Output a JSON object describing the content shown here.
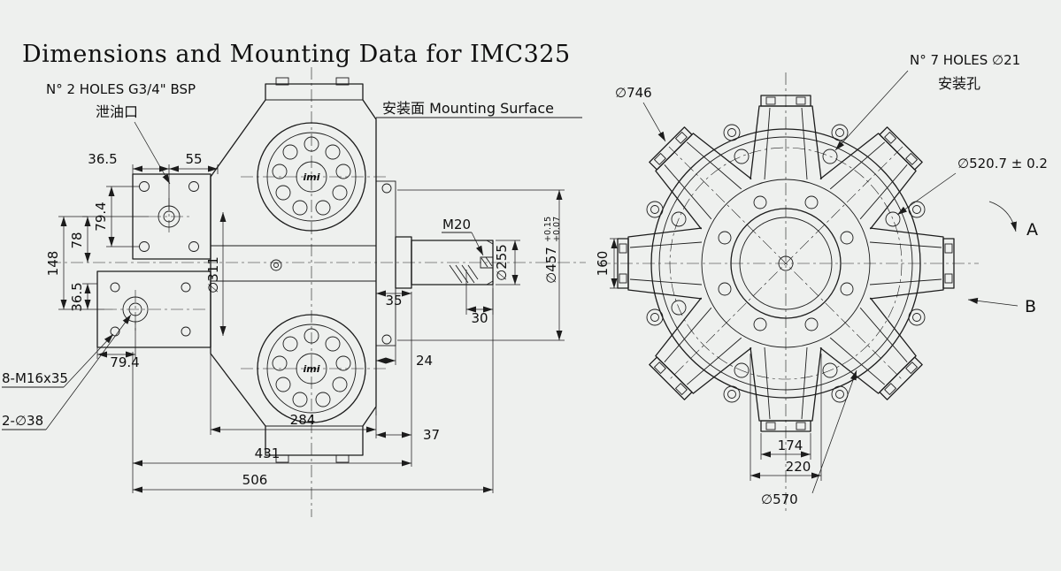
{
  "title": "Dimensions and Mounting Data for IMC325",
  "side_view": {
    "labels": {
      "bsp_holes": "N° 2 HOLES G3/4\" BSP",
      "drain_port": "泄油口",
      "mounting_surface": "安装面 Mounting Surface",
      "bolt_callout": "8-M16x35",
      "hole_callout": "2-∅38",
      "thread": "M20",
      "hub_logo": "imi"
    },
    "dimensions": {
      "plate_offset_top": "36.5",
      "hole_spacing_top": "55",
      "hole_pitch_vert": "79.4",
      "axis_offset": "78",
      "plate_pitch": "148",
      "plate_offset_left": "36.5",
      "hole_pitch_bottom": "79.4",
      "pilot_dia": "∅311",
      "shaft_dia": "∅255",
      "spigot_dia": "∅457",
      "spigot_tol_upper": "+0.15",
      "spigot_tol_lower": "+0.07",
      "shoulder_len": "35",
      "thread_depth": "30",
      "flange_offset": "24",
      "body_width": "284",
      "shaft_offset": "37",
      "overall_mid": "431",
      "overall_len": "506"
    }
  },
  "front_view": {
    "labels": {
      "mount_holes": "N° 7 HOLES ∅21",
      "mount_holes_cn": "安装孔",
      "dir_a": "A",
      "dir_b": "B"
    },
    "dimensions": {
      "outer_dia": "∅746",
      "bolt_circle": "∅520.7 ± 0.2",
      "boss_width": "160",
      "cap_width": "174",
      "boss_base": "220",
      "body_dia": "∅570"
    }
  }
}
